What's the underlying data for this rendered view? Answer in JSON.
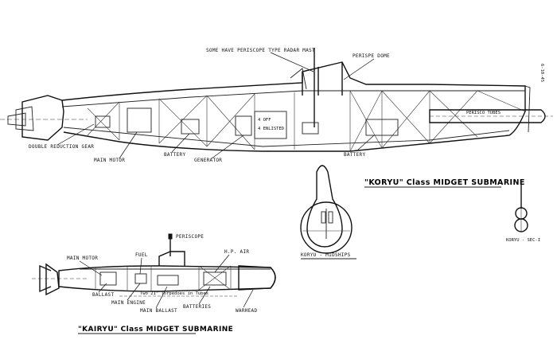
{
  "koryu": {
    "title": "\"KORYU\" Class  MIDGET SUBMARINE",
    "labels": {
      "radar_mast": "SOME HAVE PERISCOPE TYPE RADAR MAST",
      "conning_tower": "PERISPE DOME",
      "torpedo": "PERISCO TUBES",
      "reduction_gear": "DOUBLE REDUCTION GEAR",
      "main_motor": "MAIN MOTOR",
      "battery_aft": "BATTERY",
      "generator": "GENERATOR",
      "battery_fwd": "BATTERY",
      "crew": "4 OFF\n4 ENLISTED"
    },
    "midships_caption": "KORYU - MIDSHIPS",
    "section_caption": "KORYU - SEC-I",
    "side_note": "6-10-45"
  },
  "kairyu": {
    "title": "\"KAIRYU\" Class MIDGET SUBMARINE",
    "labels": {
      "periscope": "PERISCOPE",
      "main_motor": "MAIN MOTOR",
      "fuel": "FUEL",
      "hp_air": "H.P. AIR",
      "ballast": "BALLAST",
      "main_engine": "MAIN ENGINE",
      "torpedoes": "Two 21\" Torpedoes in Tubes",
      "main_ballast": "MAIN BALLAST",
      "batteries": "BATTERIES",
      "warhead": "WARHEAD"
    }
  }
}
